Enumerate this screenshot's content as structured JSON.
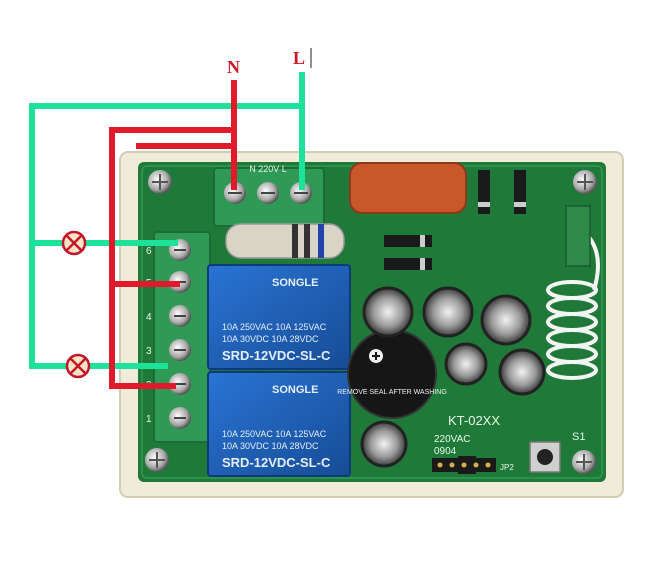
{
  "terminals": {
    "neutral": "N",
    "live": "L"
  },
  "relays": [
    {
      "brand": "SONGLE",
      "line1": "10A 250VAC  10A 125VAC",
      "line2": "10A 30VDC  10A 28VDC",
      "model": "SRD-12VDC-SL-C"
    },
    {
      "brand": "SONGLE",
      "line1": "10A 250VAC  10A 125VAC",
      "line2": "10A 30VDC  10A 28VDC",
      "model": "SRD-12VDC-SL-C"
    }
  ],
  "board": {
    "model": "KT-02XX",
    "voltage": "220VAC",
    "date": "0904",
    "switch": "S1",
    "jumper": "JP2",
    "input_label": "N 220V L",
    "buzzer_text": "REMOVE SEAL AFTER WASHING"
  },
  "terminal_numbers": [
    "6",
    "5",
    "4",
    "3",
    "2",
    "1"
  ],
  "colors": {
    "wire_live": "#1de39a",
    "wire_neutral": "#e0192c",
    "pcb": "#1f7a3a",
    "terminal": "#2e9a55",
    "relay": "#1f5fb8"
  }
}
